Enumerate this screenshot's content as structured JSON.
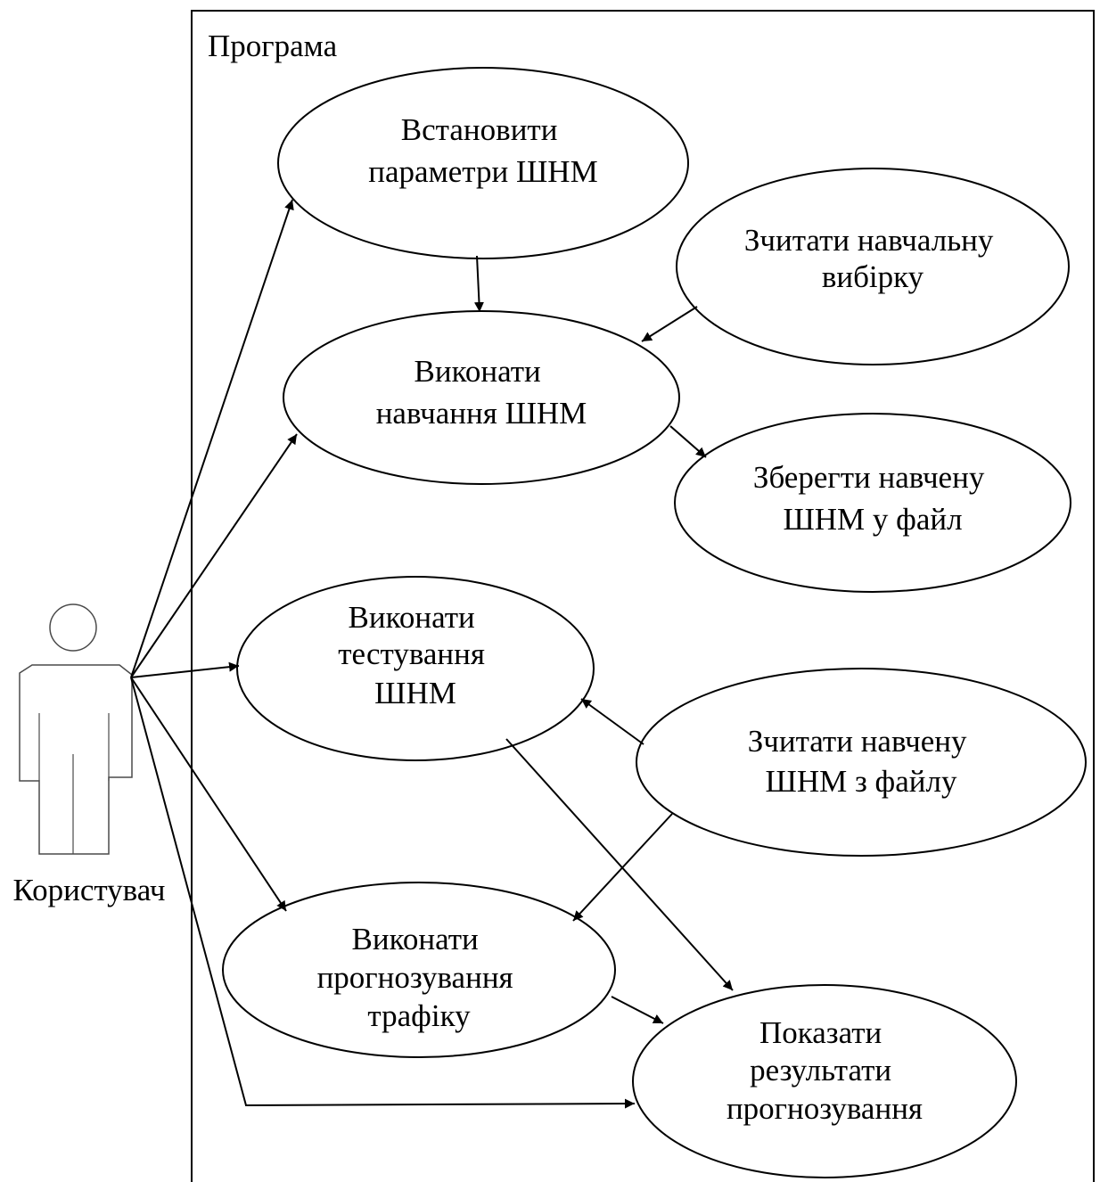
{
  "system": {
    "title": "Програма"
  },
  "actor": {
    "label": "Користувач",
    "icon": "stick-figure-actor-icon"
  },
  "use_cases": {
    "set_params": {
      "line1": "Встановити",
      "line2": "параметри ШНМ"
    },
    "read_training": {
      "line1": "Зчитати навчальну",
      "line2": "вибірку"
    },
    "train": {
      "line1": "Виконати",
      "line2": "навчання ШНМ"
    },
    "save_file": {
      "line1": "Зберегти навчену",
      "line2": "ШНМ у файл"
    },
    "test": {
      "line1": "Виконати",
      "line2": "тестування",
      "line3": "ШНМ"
    },
    "read_file": {
      "line1": "Зчитати навчену",
      "line2": "ШНМ з файлу"
    },
    "forecast": {
      "line1": "Виконати",
      "line2": "прогнозування",
      "line3": "трафіку"
    },
    "show_results": {
      "line1": "Показати",
      "line2": "результати",
      "line3": "прогнозування"
    }
  }
}
